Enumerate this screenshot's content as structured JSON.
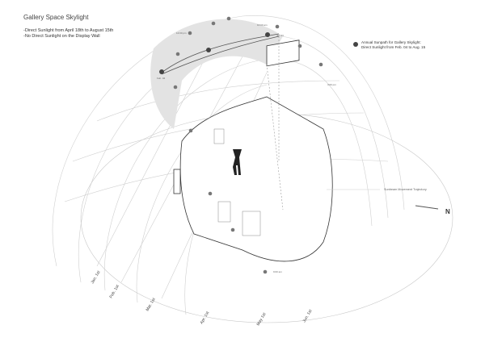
{
  "title": "Gallery Space Skylight",
  "notes": [
    "-Direct Sunlight from April 18th to August 15th",
    "-No Direct Sunlight on the Display Wall"
  ],
  "legend": {
    "icon": "sun-icon",
    "line1": "Annual Sunpath for Gallery Skylight:",
    "line2": "Direct Sunlight from Feb. 04 to Aug. 15"
  },
  "sun_labels": {
    "start": "Feb. 04",
    "end": "Jul. 03"
  },
  "time_labels": [
    "12:00 pm",
    "10:00 am",
    "3:00 pm",
    "9:00 am"
  ],
  "trajectory_label": "Sunbeam Movement Trajectory",
  "north": "N",
  "dates": [
    "Jan. 1st",
    "Feb. 1st",
    "Mar. 1st",
    "Apr. 1st",
    "May 1st",
    "Jun. 1st"
  ],
  "colors": {
    "shade": "#e3e3e3",
    "line": "#bdbdbd",
    "dot": "#777777"
  }
}
